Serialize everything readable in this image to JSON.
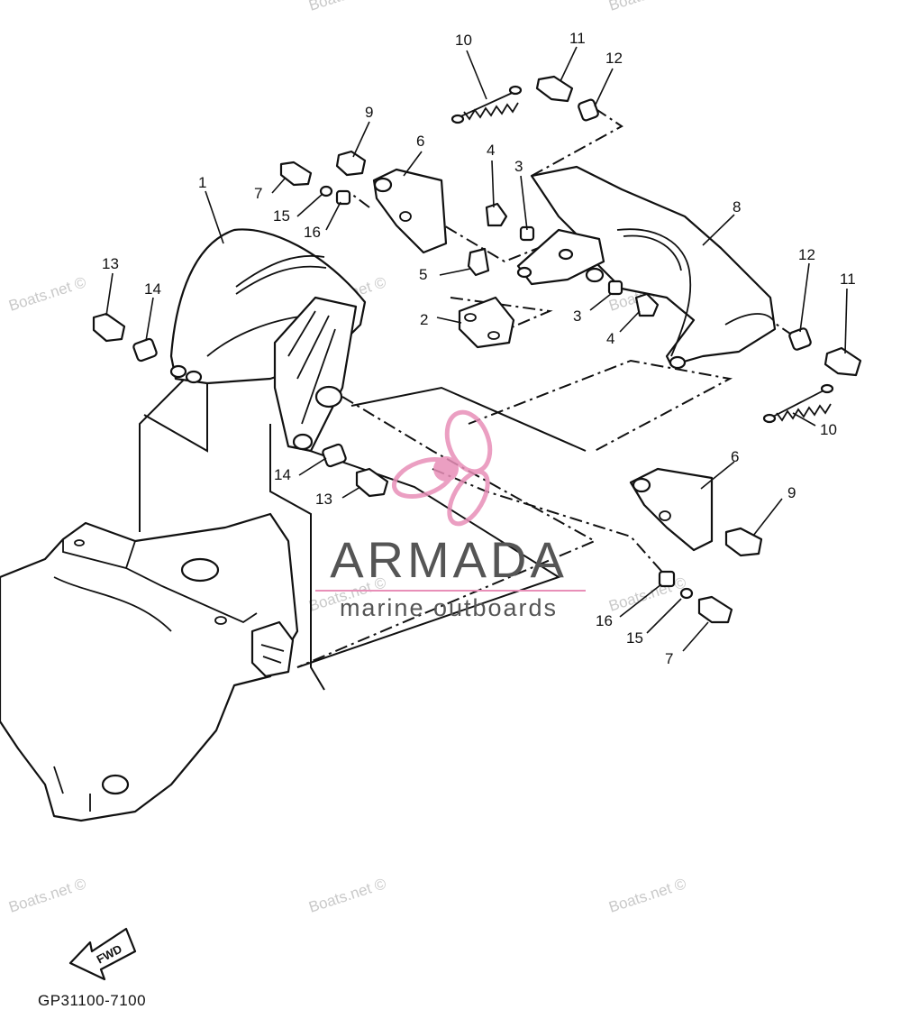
{
  "diagram": {
    "code": "GP31100-7100",
    "fwd_label": "FWD",
    "brand": {
      "name": "ARMADA",
      "tagline": "marine outboards",
      "logo_color": "#e88fb8",
      "text_color": "#555555"
    },
    "watermark_text": "Boats.net ©",
    "callouts": [
      {
        "id": "c1",
        "label": "1"
      },
      {
        "id": "c2",
        "label": "2"
      },
      {
        "id": "c3a",
        "label": "3"
      },
      {
        "id": "c3b",
        "label": "3"
      },
      {
        "id": "c4a",
        "label": "4"
      },
      {
        "id": "c4b",
        "label": "4"
      },
      {
        "id": "c5",
        "label": "5"
      },
      {
        "id": "c6a",
        "label": "6"
      },
      {
        "id": "c6b",
        "label": "6"
      },
      {
        "id": "c7a",
        "label": "7"
      },
      {
        "id": "c7b",
        "label": "7"
      },
      {
        "id": "c8",
        "label": "8"
      },
      {
        "id": "c9a",
        "label": "9"
      },
      {
        "id": "c9b",
        "label": "9"
      },
      {
        "id": "c10a",
        "label": "10"
      },
      {
        "id": "c10b",
        "label": "10"
      },
      {
        "id": "c11a",
        "label": "11"
      },
      {
        "id": "c11b",
        "label": "11"
      },
      {
        "id": "c12a",
        "label": "12"
      },
      {
        "id": "c12b",
        "label": "12"
      },
      {
        "id": "c13a",
        "label": "13"
      },
      {
        "id": "c13b",
        "label": "13"
      },
      {
        "id": "c14a",
        "label": "14"
      },
      {
        "id": "c14b",
        "label": "14"
      },
      {
        "id": "c15a",
        "label": "15"
      },
      {
        "id": "c15b",
        "label": "15"
      },
      {
        "id": "c16a",
        "label": "16"
      },
      {
        "id": "c16b",
        "label": "16"
      }
    ]
  }
}
